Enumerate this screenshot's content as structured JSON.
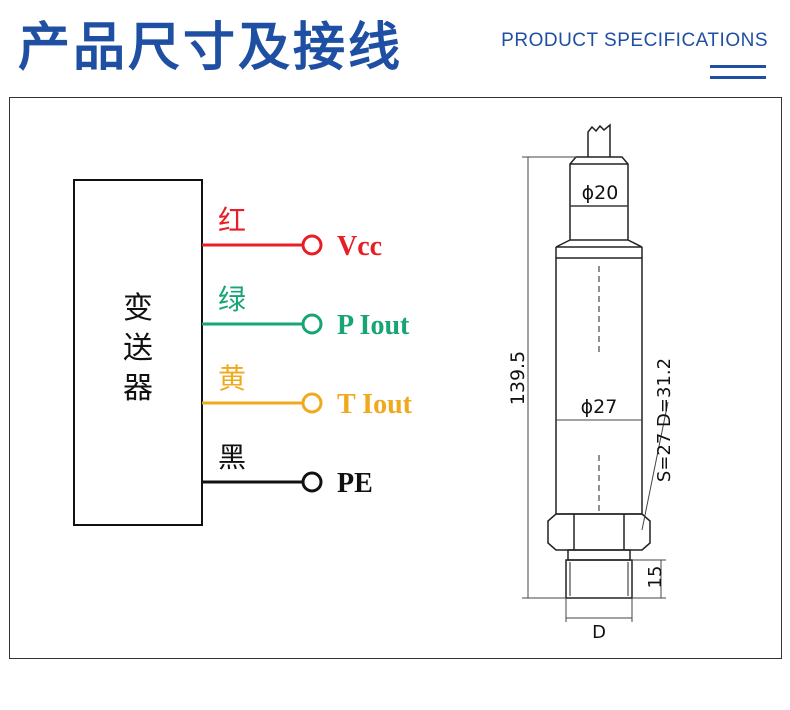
{
  "header": {
    "title": "产品尺寸及接线",
    "subtitle": "PRODUCT SPECIFICATIONS"
  },
  "wiring": {
    "box_label": [
      "变",
      "送",
      "器"
    ],
    "wires": [
      {
        "color_name": "红",
        "signal": "Vcc",
        "color": "#e81d25"
      },
      {
        "color_name": "绿",
        "signal": "P Iout",
        "color": "#17a673"
      },
      {
        "color_name": "黄",
        "signal": "T Iout",
        "color": "#f0a81c"
      },
      {
        "color_name": "黑",
        "signal": "PE",
        "color": "#111111"
      }
    ]
  },
  "dimensions": {
    "top_diameter": "ϕ20",
    "body_diameter": "ϕ27",
    "total_length": "139.5",
    "hex": "S=27 D=31.2",
    "thread_length": "15",
    "thread_label": "D"
  },
  "colors": {
    "brand_blue": "#1f4fa3"
  }
}
